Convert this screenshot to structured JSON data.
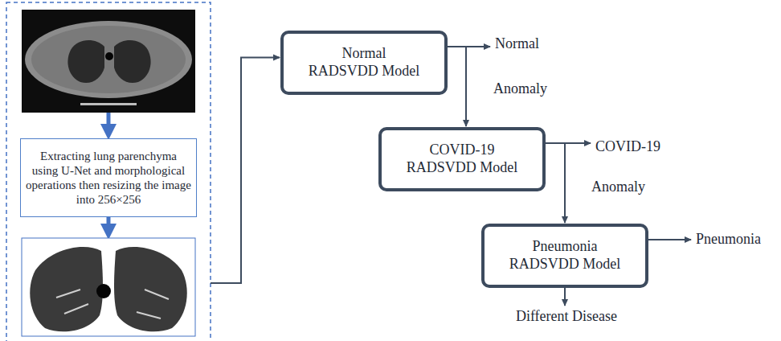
{
  "diagram": {
    "nodes": [
      {
        "text": [
          "Extracting lung parenchyma using U-Net and morphological operations then resizing the image into 256×256"
        ]
      },
      {
        "text": [
          "Normal RADSVDD Model"
        ]
      },
      {
        "text": [
          "COVID-19 RADSVDD Model"
        ]
      },
      {
        "text": [
          "Pneumonia RADSVDD Model"
        ]
      }
    ],
    "edges": [
      {
        "from": 1,
        "to": 2,
        "label": "Anomaly",
        "arrow": "to"
      },
      {
        "from": 2,
        "to": 3,
        "label": "Anomaly",
        "arrow": "to"
      }
    ],
    "labels": [
      "Normal",
      "COVID-19",
      "Pneumonia",
      "Different Disease"
    ]
  }
}
